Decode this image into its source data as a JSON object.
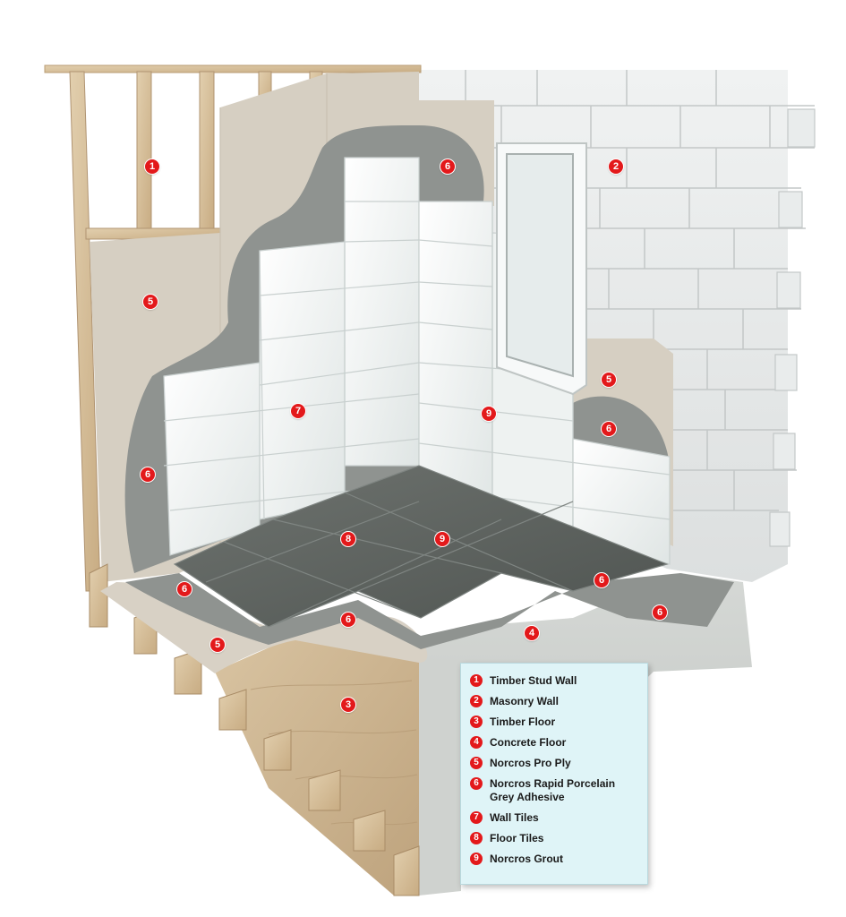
{
  "colors": {
    "marker": "#e3191b",
    "legend_bg": "#dff4f7",
    "timber": "#d8c3a3",
    "masonry": "#e6e8e8",
    "concrete": "#c9ccc9",
    "pro_ply": "#d8d1c5",
    "adhesive": "#8e928f",
    "wall_tile": "#f1f4f4",
    "floor_tile": "#5d625f"
  },
  "markers": [
    {
      "number": "1"
    },
    {
      "number": "2"
    },
    {
      "number": "3"
    },
    {
      "number": "4"
    },
    {
      "number": "5"
    },
    {
      "number": "5"
    },
    {
      "number": "5"
    },
    {
      "number": "6"
    },
    {
      "number": "6"
    },
    {
      "number": "6"
    },
    {
      "number": "6"
    },
    {
      "number": "6"
    },
    {
      "number": "6"
    },
    {
      "number": "6"
    },
    {
      "number": "7"
    },
    {
      "number": "8"
    },
    {
      "number": "9"
    },
    {
      "number": "9"
    }
  ],
  "legend": [
    {
      "number": "1",
      "label": "Timber Stud Wall"
    },
    {
      "number": "2",
      "label": "Masonry Wall"
    },
    {
      "number": "3",
      "label": "Timber Floor"
    },
    {
      "number": "4",
      "label": "Concrete Floor"
    },
    {
      "number": "5",
      "label": "Norcros Pro Ply"
    },
    {
      "number": "6",
      "label": "Norcros Rapid Porcelain Grey Adhesive"
    },
    {
      "number": "7",
      "label": "Wall Tiles"
    },
    {
      "number": "8",
      "label": "Floor Tiles"
    },
    {
      "number": "9",
      "label": "Norcros Grout"
    }
  ]
}
